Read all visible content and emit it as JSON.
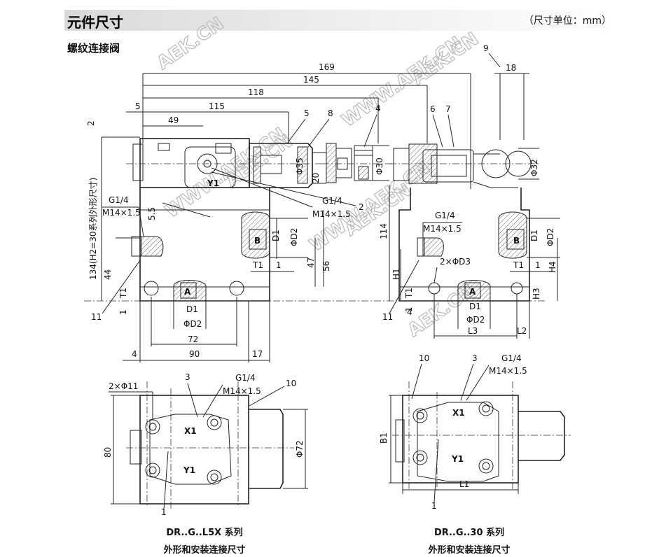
{
  "header": {
    "title": "元件尺寸",
    "unit": "（尺寸单位：mm）"
  },
  "section": {
    "subtitle": "螺纹连接阀"
  },
  "watermark": {
    "text": "AEK.CN",
    "text_alt": "WWW.AEK.CN"
  },
  "dims_top": {
    "d169": "169",
    "d145": "145",
    "d118": "118",
    "d115": "115",
    "d49": "49",
    "d5": "5",
    "d2": "2",
    "d18": "18",
    "d9": "9",
    "d134": "134(H2=30系列外形尺寸)",
    "d44": "44",
    "d5_5": "5.5",
    "d47": "47",
    "d56": "56",
    "d114": "114",
    "d20": "20",
    "d72": "72",
    "d90": "90",
    "d17": "17",
    "d4": "4",
    "d1": "1",
    "dT1": "T1",
    "dD1": "D1",
    "dD2": "ΦD2",
    "dphi35": "Φ35",
    "dphi30": "Φ30",
    "dphi32": "Φ32",
    "dH1": "H1",
    "dH3": "H3",
    "dH4": "H4",
    "dL2": "L2",
    "dL3": "L3",
    "d2D3": "2×ΦD3"
  },
  "labels": {
    "port_a": "A",
    "port_b": "B",
    "y1": "Y1",
    "x1": "X1",
    "g14": "G1/4",
    "m14": "M14×1.5",
    "n1": "1",
    "n2": "2",
    "n3": "3",
    "n4": "4",
    "n5": "5",
    "n6": "6",
    "n7": "7",
    "n8": "8",
    "n9": "9",
    "n10": "10",
    "n11": "11"
  },
  "bottom_left": {
    "d2phi11": "2×Φ11",
    "d80": "80",
    "dphi72": "Φ72"
  },
  "bottom_right": {
    "dB1": "B1",
    "dL1": "L1"
  },
  "captions": {
    "left_series": "DR..G..L5X 系列",
    "left_desc": "外形和安装连接尺寸",
    "right_series": "DR..G..30 系列",
    "right_desc": "外形和安装连接尺寸"
  }
}
